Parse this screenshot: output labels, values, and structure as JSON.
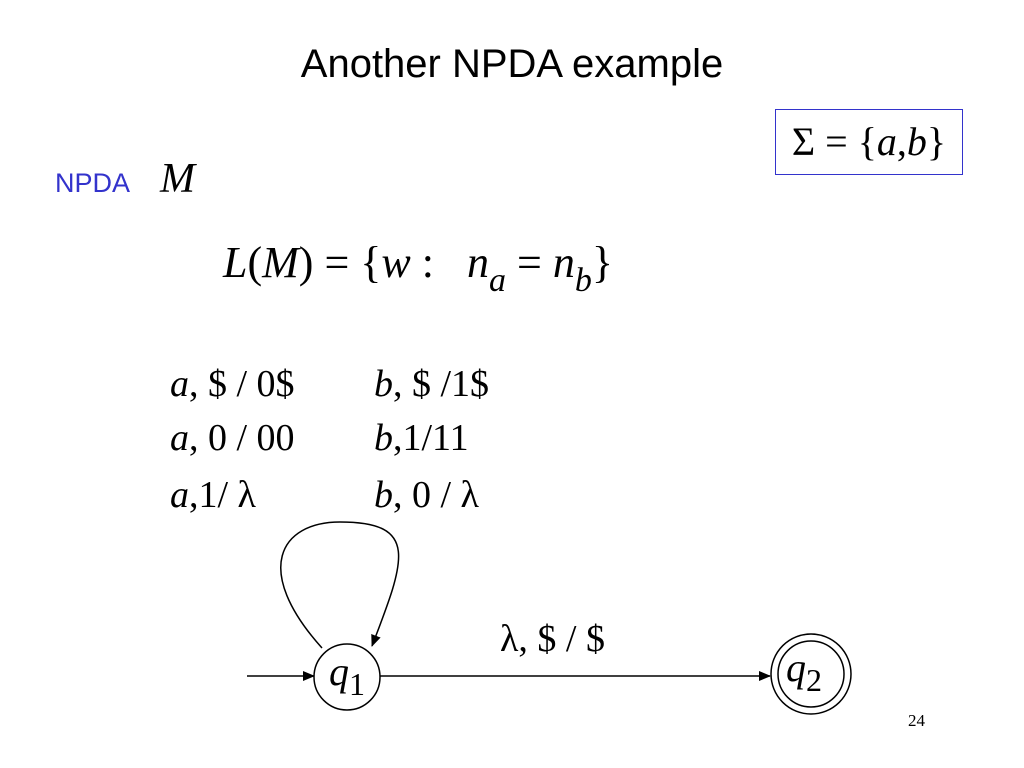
{
  "slide": {
    "title": "Another NPDA example",
    "page_number": "24"
  },
  "alphabet": {
    "sigma": "Σ",
    "equals": " = ",
    "open": "{",
    "a": "a",
    "comma": ",",
    "b": "b",
    "close": "}"
  },
  "npda": {
    "label": "NPDA",
    "machine": "M"
  },
  "language": {
    "L": "L",
    "lparen": "(",
    "M": "M",
    "rparen_eq": ") = {",
    "w": "w",
    "colon": " :",
    "n1": "n",
    "sub_a": "a",
    "equals": " = ",
    "n2": "n",
    "sub_b": "b",
    "close": "}"
  },
  "transitions": {
    "loop_left": [
      {
        "sym": "a",
        "rest": ", $ / 0$"
      },
      {
        "sym": "a",
        "rest": ", 0 / 00"
      },
      {
        "sym": "a",
        "rest": ",1/ λ"
      }
    ],
    "loop_right": [
      {
        "sym": "b",
        "rest": ", $ /1$"
      },
      {
        "sym": "b",
        "rest": ",1/11"
      },
      {
        "sym": "b",
        "rest": ", 0 / λ"
      }
    ],
    "edge_q1_q2": "λ, $ / $"
  },
  "states": {
    "q1": {
      "letter": "q",
      "index": "1"
    },
    "q2": {
      "letter": "q",
      "index": "2"
    }
  }
}
